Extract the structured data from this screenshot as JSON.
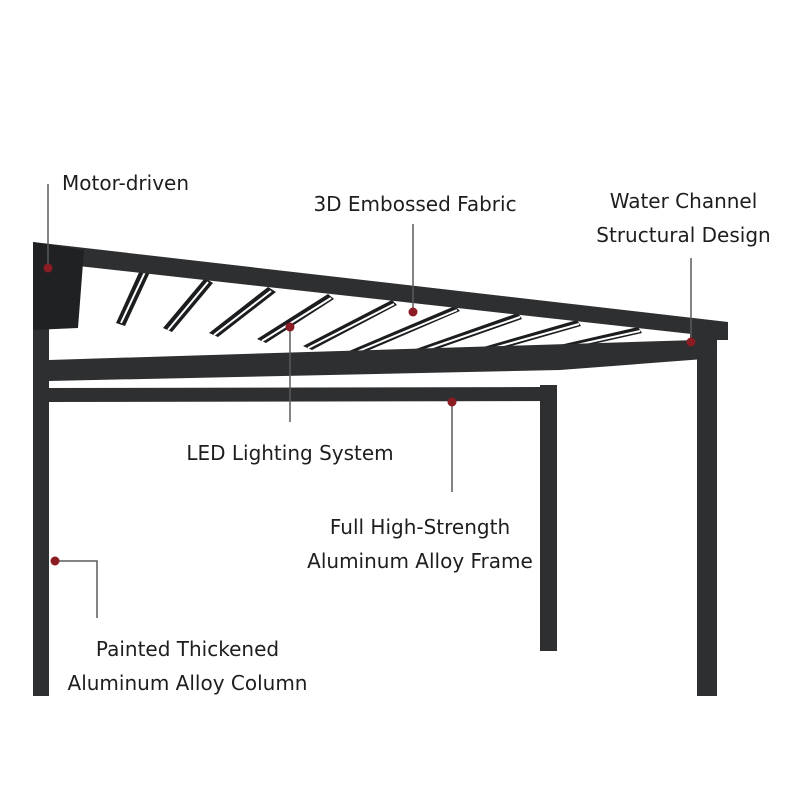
{
  "colors": {
    "frame": "#2d2f31",
    "frame_dark": "#1f2123",
    "louver": "#1b1d1f",
    "led": "#ffffff",
    "marker": "#8c1c24",
    "leader": "#5a5a5a",
    "text": "#1e1e1e",
    "background": "#ffffff"
  },
  "callouts": {
    "motor": {
      "lines": [
        "Motor-driven"
      ]
    },
    "fabric": {
      "lines": [
        "3D Embossed Fabric"
      ]
    },
    "water": {
      "lines": [
        "Water Channel",
        "Structural Design"
      ]
    },
    "led": {
      "lines": [
        "LED Lighting System"
      ]
    },
    "frame": {
      "lines": [
        "Full High-Strength",
        "Aluminum Alloy Frame"
      ]
    },
    "column": {
      "lines": [
        "Painted Thickened",
        "Aluminum Alloy Column"
      ]
    }
  }
}
